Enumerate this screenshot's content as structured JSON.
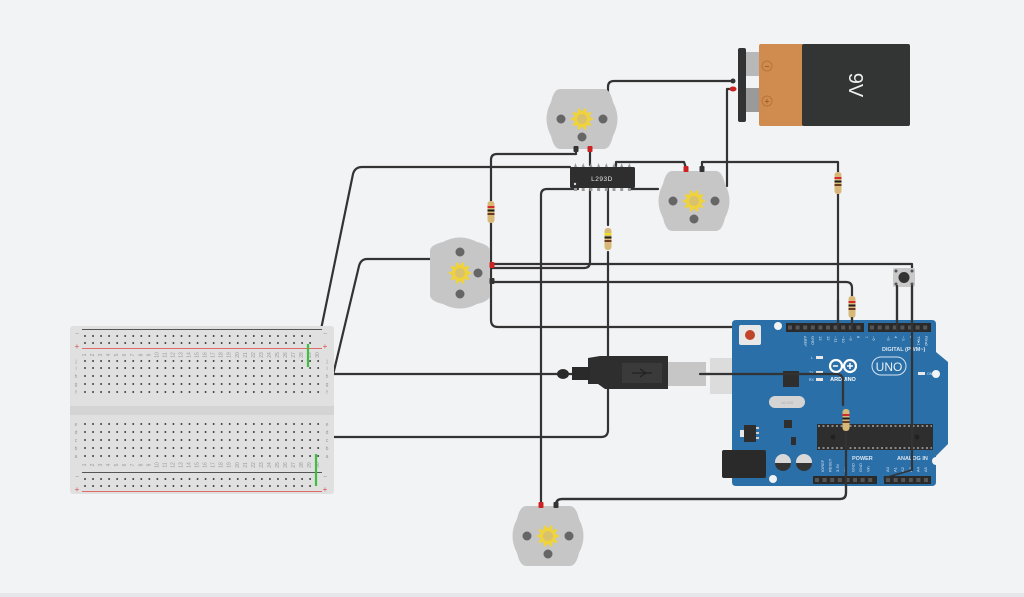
{
  "canvas": {
    "background": "#f2f3f5"
  },
  "battery": {
    "label": "9V",
    "minus": "−",
    "plus": "+",
    "body_color": "#333534",
    "band_color": "#d08c4e"
  },
  "driver_ic": {
    "label": "L293D"
  },
  "motors": [
    {
      "id": "motor-top"
    },
    {
      "id": "motor-right"
    },
    {
      "id": "motor-left"
    },
    {
      "id": "motor-bottom"
    }
  ],
  "arduino": {
    "brand": "ARDUINO",
    "model": "UNO",
    "digital_label": "DIGITAL (PWM~)",
    "power_label": "POWER",
    "analog_label": "ANALOG IN",
    "on_label": "ON",
    "led_labels": [
      "L",
      "TX",
      "RX"
    ],
    "digital_pins": [
      "AREF",
      "GND",
      "13",
      "12",
      "~11",
      "~10",
      "~9",
      "8",
      "7",
      "~6",
      "~5",
      "4",
      "~3",
      "2",
      "TX▸1",
      "RX◂0"
    ],
    "power_pins": [
      "IOREF",
      "RESET",
      "3.3V",
      "5V",
      "GND",
      "GND",
      "Vin"
    ],
    "analog_pins": [
      "A0",
      "A1",
      "A2",
      "A3",
      "A4",
      "A5"
    ],
    "crystal": "16.000",
    "board_color": "#2a6fa8"
  },
  "breadboard": {
    "row_letters_top": [
      "j",
      "i",
      "h",
      "g",
      "f"
    ],
    "row_letters_bottom": [
      "e",
      "d",
      "c",
      "b",
      "a"
    ],
    "columns": 30,
    "rail_minus": "−",
    "rail_plus": "+"
  },
  "wire_color": "#333333",
  "colors": {
    "red_pin": "#cc2222",
    "green_jumper": "#3fbf3f",
    "gear": "#f0d23a"
  }
}
